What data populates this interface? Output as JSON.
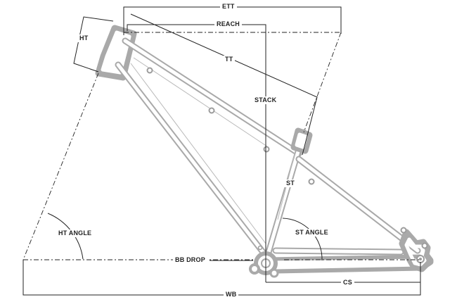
{
  "labels": {
    "ett": "ETT",
    "reach": "REACH",
    "ht": "HT",
    "tt": "TT",
    "stack": "STACK",
    "st": "ST",
    "ht_angle": "HT ANGLE",
    "st_angle": "ST ANGLE",
    "bb_drop": "BB DROP",
    "cs": "CS",
    "wb": "WB"
  },
  "colors": {
    "frame": "#a9a9a9",
    "lines": "#222222",
    "background": "#ffffff"
  }
}
